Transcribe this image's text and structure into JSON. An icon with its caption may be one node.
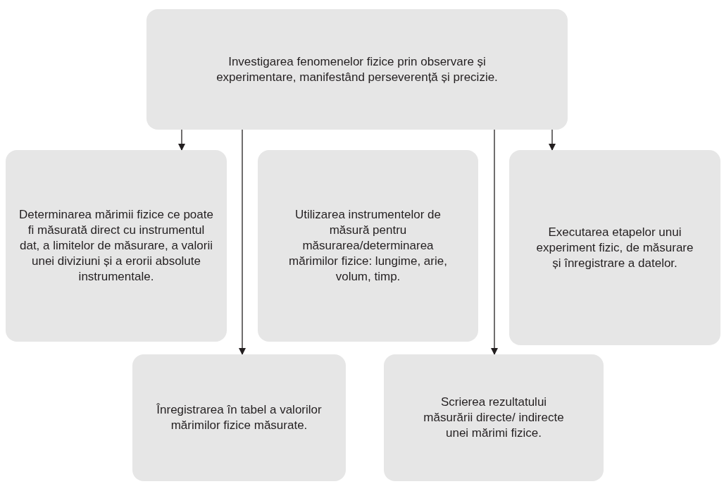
{
  "diagram": {
    "nodes": [
      {
        "text": [
          "Investigarea fenomenelor fizice prin observare și experimentare, manifestând perseverență și precizie."
        ]
      },
      {
        "text": [
          "Determinarea mărimii fizice ce poate fi măsurată direct cu instrumentul dat, a limitelor de măsurare, a valorii unei diviziuni și a erorii absolute instrumentale."
        ]
      },
      {
        "text": [
          "Utilizarea instrumentelor de măsură pentru măsurarea/determinarea mărimilor fizice: lungime, arie, volum, timp."
        ]
      },
      {
        "text": [
          "Executarea etapelor unui experiment fizic, de măsurare și înregistrare a datelor."
        ]
      },
      {
        "text": [
          "Înregistrarea în tabel a valorilor mărimilor fizice măsurate."
        ]
      },
      {
        "text": [
          "Scrierea rezultatului măsurării directe/ indirecte unei mărimi fizice."
        ]
      }
    ],
    "edges": [
      {
        "from": 0,
        "to": 1,
        "arrow": "to"
      },
      {
        "from": 0,
        "to": 4,
        "arrow": "to"
      },
      {
        "from": 0,
        "to": 5,
        "arrow": "to"
      },
      {
        "from": 0,
        "to": 3,
        "arrow": "to"
      }
    ]
  }
}
